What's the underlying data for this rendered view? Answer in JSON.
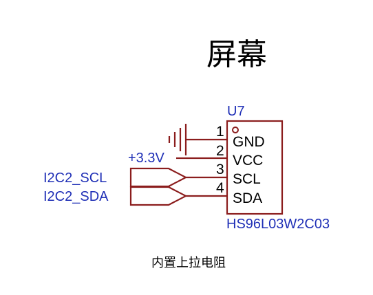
{
  "title": "屏幕",
  "component": {
    "designator": "U7",
    "part_number": "HS96L03W2C03",
    "pins": [
      {
        "number": "1",
        "name": "GND"
      },
      {
        "number": "2",
        "name": "VCC"
      },
      {
        "number": "3",
        "name": "SCL"
      },
      {
        "number": "4",
        "name": "SDA"
      }
    ]
  },
  "power_label": "+3.3V",
  "net_labels": [
    "I2C2_SCL",
    "I2C2_SDA"
  ],
  "note": "内置上拉电阻",
  "colors": {
    "wire": "#8b1d1d",
    "net_text": "#1f2fb6"
  }
}
